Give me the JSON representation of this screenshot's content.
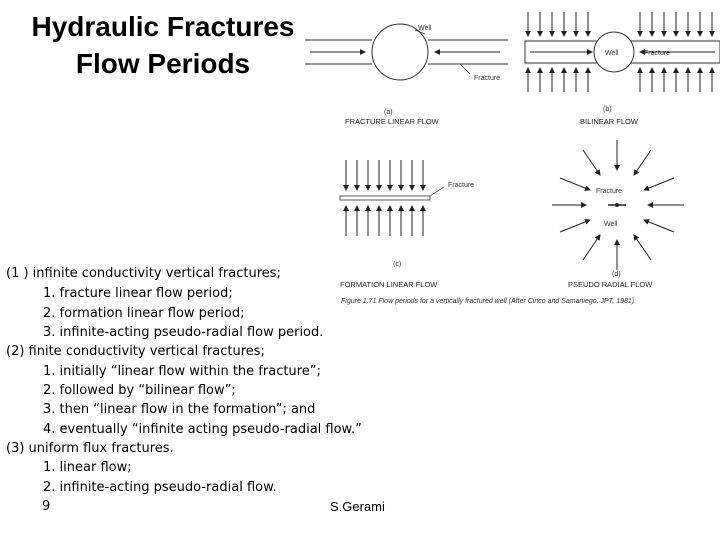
{
  "slide": {
    "title_line1": "Hydraulic Fractures",
    "title_line2": "Flow Periods",
    "page_number": "9",
    "author": "S.Gerami"
  },
  "figure": {
    "panel_a": {
      "letter": "(a)",
      "caption": "FRACTURE LINEAR FLOW",
      "well_label": "Well",
      "fracture_label": "Fracture"
    },
    "panel_b": {
      "letter": "(b)",
      "caption": "BILINEAR FLOW",
      "well_label": "Well",
      "fracture_label": "Fracture"
    },
    "panel_c": {
      "letter": "(c)",
      "caption": "FORMATION LINEAR FLOW",
      "fracture_label": "Fracture"
    },
    "panel_d": {
      "letter": "(d)",
      "caption": "PSEUDO RADIAL FLOW",
      "well_label": "Well",
      "fracture_label": "Fracture"
    },
    "figure_caption": "Figure 1.71  Flow periods for a vertically fractured well (After Cinco and Samaniego, JPT, 1981)."
  },
  "lines": [
    "(1 )  infinite conductivity vertical fractures;",
    "1.  fracture linear flow period;",
    "2.  formation linear flow period;",
    "3.  infinite-acting pseudo-radial flow period.",
    "(2) finite conductivity vertical fractures;",
    "1.  initially “linear flow within the fracture”;",
    "2.  followed by “bilinear flow”;",
    "3.  then “linear flow in the formation”; and",
    "4.  eventually “infinite acting pseudo-radial flow.”",
    "(3) uniform flux fractures.",
    "1.   linear flow;",
    "2.  infinite-acting pseudo-radial flow."
  ]
}
